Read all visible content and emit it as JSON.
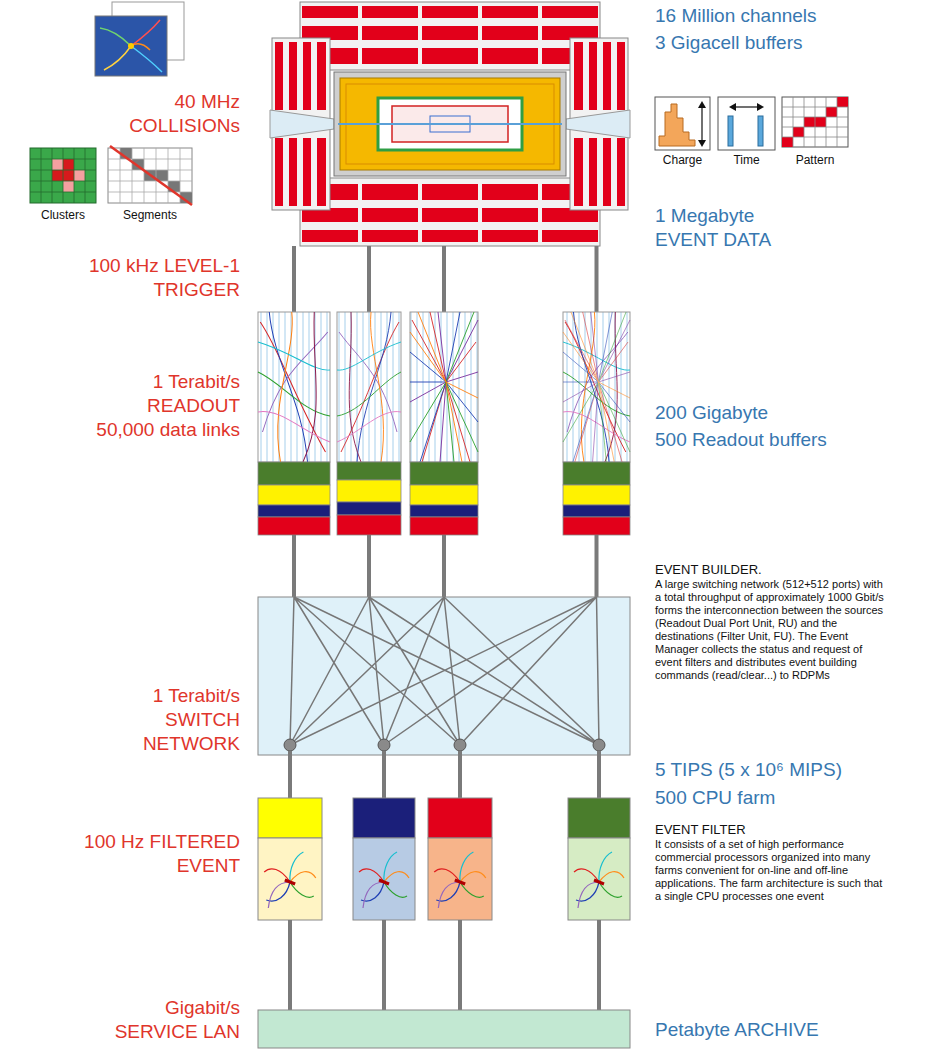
{
  "diagram": {
    "labels": [
      "40 MHz COLLISIONs",
      "16 Million channels",
      "3 Gigacell buffers",
      "Charge",
      "Time",
      "Pattern",
      "Clusters",
      "Segments",
      "1 Megabyte EVENT DATA",
      "100 kHz LEVEL-1 TRIGGER",
      "1 Terabit/s READOUT 50,000 data links",
      "200 Gigabyte",
      "500 Readout buffers",
      "EVENT BUILDER.",
      "A large switching network (512+512 ports) with a total throughput of approximately 1000 Gbit/s forms the interconnection between the sources (Readout Dual Port Unit, RU) and the destinations (Filter Unit, FU). The Event Manager collects the status and request of event filters and distributes event building commands (read/clear...) to RDPMs",
      "1 Terabit/s SWITCH NETWORK",
      "5 TIPS (5 x 10⁶ MIPS)",
      "500 CPU farm",
      "EVENT FILTER",
      "It consists of a set of high performance commercial processors organized into many farms convenient for on-line and off-line applications. The farm architecture is such that a single CPU processes one event",
      "100 Hz FILTERED EVENT",
      "Gigabit/s SERVICE LAN",
      "Petabyte ARCHIVE"
    ]
  }
}
